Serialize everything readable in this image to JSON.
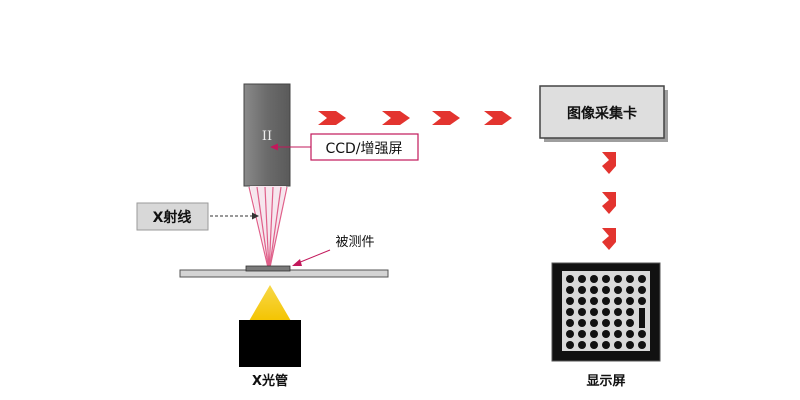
{
  "diagram": {
    "ii_label": "II",
    "ccd_label": "CCD/增强屏",
    "xray_label": "X射线",
    "object_label": "被测件",
    "tube_label": "X光管",
    "capture_card_label": "图像采集卡",
    "display_label": "显示屏"
  },
  "colors": {
    "ii_box": "#6f6f6f",
    "ray": "#e0608a",
    "arrow": "#e3342f",
    "beam": "#f2c400",
    "tube": "#000000",
    "stage": "#cfcfcf",
    "label_bg": "#d8d8d8"
  }
}
